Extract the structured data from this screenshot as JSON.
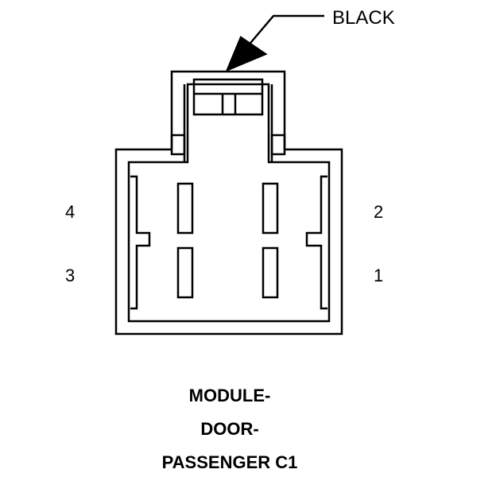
{
  "connector": {
    "color_label": "BLACK",
    "pins": {
      "p1": "1",
      "p2": "2",
      "p3": "3",
      "p4": "4"
    },
    "title_lines": [
      "MODULE-",
      "DOOR-",
      "PASSENGER C1"
    ]
  },
  "colors": {
    "line": "#000000",
    "background": "#ffffff"
  }
}
